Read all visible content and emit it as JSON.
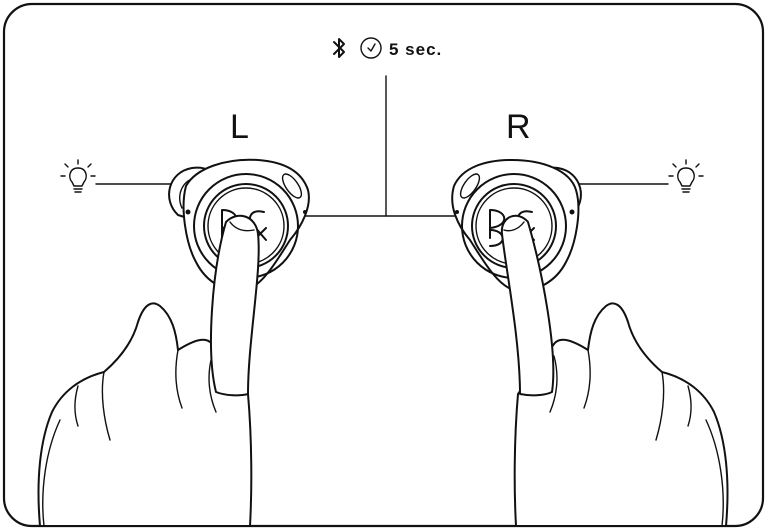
{
  "instruction": {
    "duration_text": "5 sec.",
    "left_label": "L",
    "right_label": "R"
  },
  "icons": {
    "bluetooth": "bluetooth-icon",
    "timer": "clock-icon",
    "light_left": "light-bulb-icon",
    "light_right": "light-bulb-icon",
    "brand_logo": "brand-logo-icon"
  },
  "colors": {
    "ink": "#111111",
    "background": "#ffffff"
  }
}
